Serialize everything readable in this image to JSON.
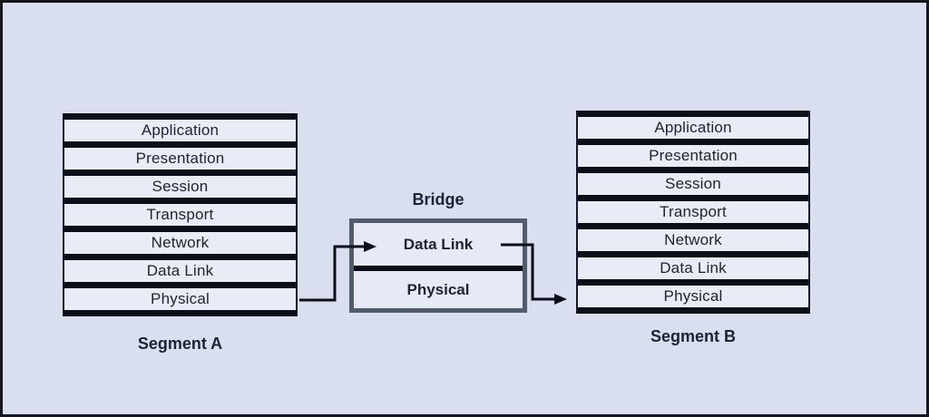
{
  "segment_a": {
    "label": "Segment A",
    "layers": [
      "Application",
      "Presentation",
      "Session",
      "Transport",
      "Network",
      "Data Link",
      "Physical"
    ]
  },
  "segment_b": {
    "label": "Segment B",
    "layers": [
      "Application",
      "Presentation",
      "Session",
      "Transport",
      "Network",
      "Data Link",
      "Physical"
    ]
  },
  "bridge": {
    "label": "Bridge",
    "layers": [
      "Data Link",
      "Physical"
    ]
  },
  "colors": {
    "background": "#d9dfef",
    "row_fill": "#e9ecf7",
    "separator_bar": "#0c0e18",
    "bridge_border": "#515d6c",
    "text": "#1d2330",
    "frame_border": "#15151f"
  }
}
